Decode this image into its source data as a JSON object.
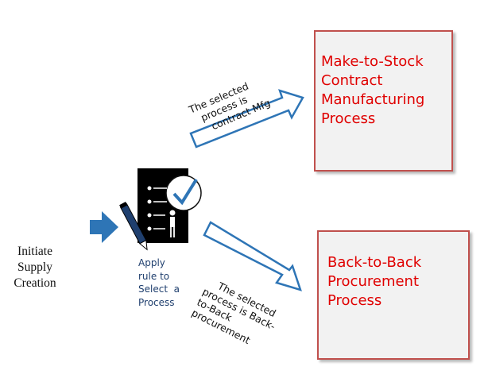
{
  "start": {
    "lines": [
      "Initiate",
      "Supply",
      "Creation"
    ]
  },
  "rule_step": {
    "lines": [
      "Apply",
      "rule to",
      "Select  a",
      "Process"
    ]
  },
  "upper_path": {
    "label_lines": [
      "The selected",
      "process is",
      "contract Mfg"
    ],
    "target_lines": [
      "Make-to-Stock",
      "Contract",
      "Manufacturing",
      "Process"
    ]
  },
  "lower_path": {
    "label_lines": [
      "The selected",
      "process is Back-",
      "to-Back",
      "procurement"
    ],
    "target_lines": [
      "Back-to-Back",
      "Procurement",
      "Process"
    ]
  },
  "colors": {
    "arrow_fill": "#2e75b6",
    "arrow_outline": "#2e75b6",
    "box_border": "#c0504d",
    "box_fill": "#f2f2f2",
    "box_text": "#e00000",
    "icon_check": "#2e75b6"
  },
  "icons": {
    "rule_icon": "checklist-person-icon",
    "flow_arrow": "right-arrow-icon"
  }
}
